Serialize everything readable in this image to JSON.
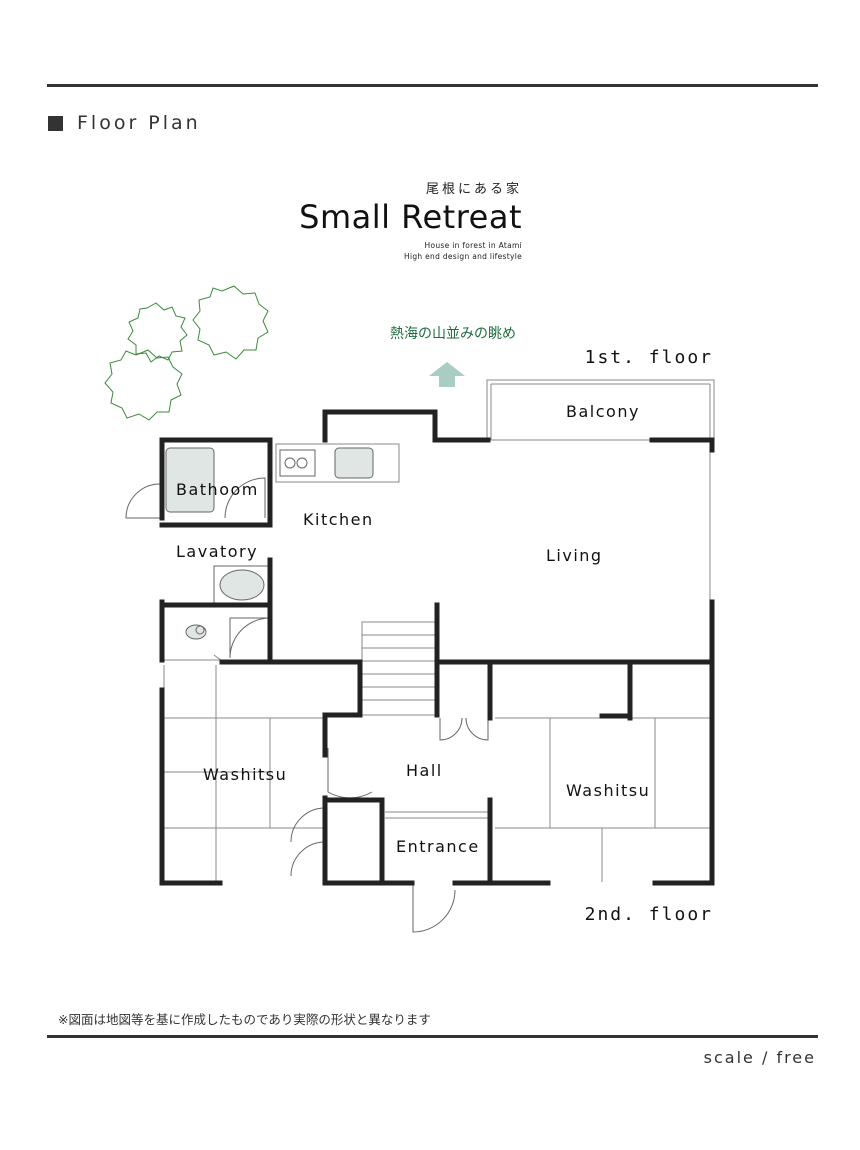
{
  "header": {
    "section_title": "Floor Plan"
  },
  "brand": {
    "jp_name": "尾根にある家",
    "title": "Small Retreat",
    "subtitle_line1": "House in forest in Atami",
    "subtitle_line2": "High end design and lifestyle"
  },
  "plan": {
    "view_label": "熱海の山並みの眺め",
    "floor_upper": "1st. floor",
    "floor_lower": "2nd. floor",
    "rooms": {
      "balcony": "Balcony",
      "bathroom": "Bathoom",
      "kitchen": "Kitchen",
      "living": "Living",
      "lavatory": "Lavatory",
      "washitsu_left": "Washitsu",
      "hall": "Hall",
      "washitsu_right": "Washitsu",
      "entrance": "Entrance"
    },
    "colors": {
      "wall": "#222222",
      "fixture_fill": "#dfe6e4",
      "arrow": "#a9ccc3",
      "tree": "#3c8a3c",
      "view_text": "#1e6b3c"
    }
  },
  "footer": {
    "note": "※図面は地図等を基に作成したものであり実際の形状と異なります",
    "scale": "scale / free"
  }
}
